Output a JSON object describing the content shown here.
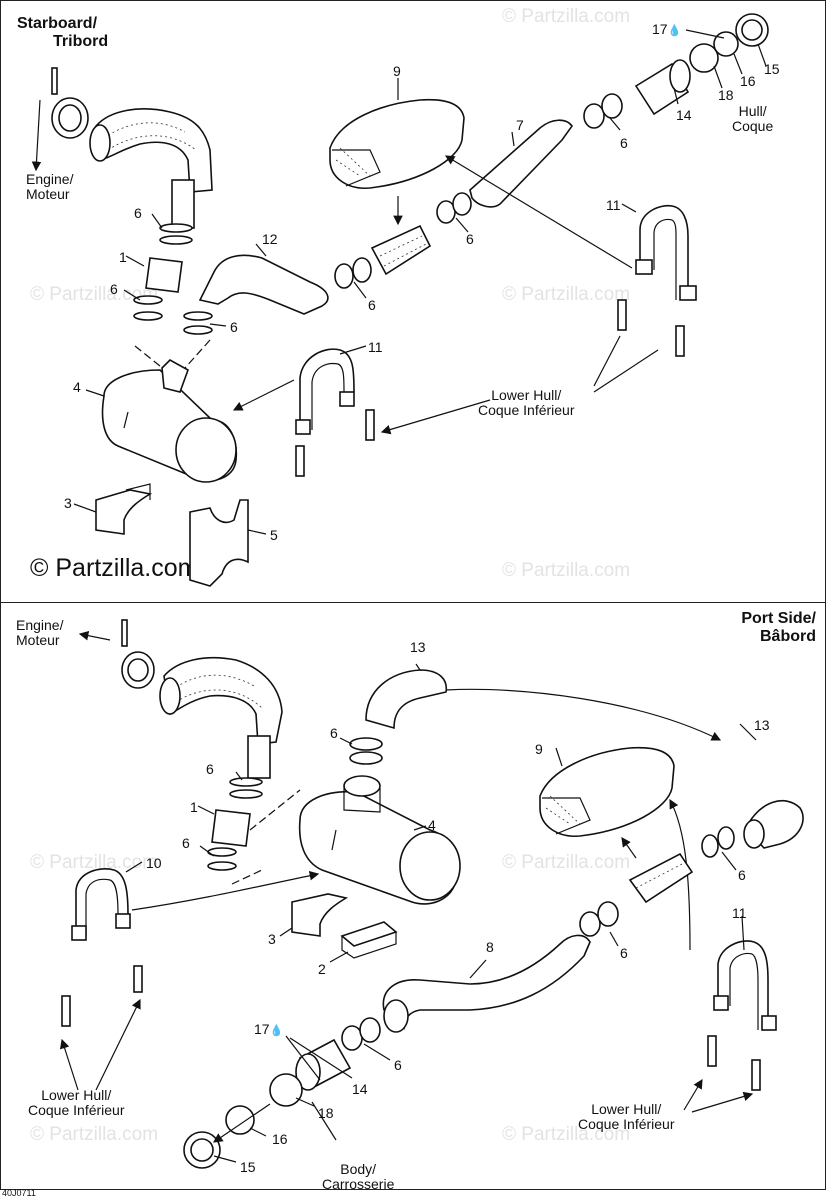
{
  "watermark_text": "© Partzilla.com",
  "logo_text": "© Partzilla.com",
  "diagram_code": "40J0711",
  "top_panel": {
    "title_line1": "Starboard/",
    "title_line2": "Tribord",
    "labels": {
      "engine": [
        "Engine/",
        "Moteur"
      ],
      "hull": [
        "Hull/",
        "Coque"
      ],
      "lower_hull": [
        "Lower Hull/",
        "Coque Inférieur"
      ]
    },
    "callouts": {
      "n1": "1",
      "n3": "3",
      "n4": "4",
      "n5": "5",
      "n6a": "6",
      "n6b": "6",
      "n6c": "6",
      "n6d": "6",
      "n6e": "6",
      "n6f": "6",
      "n7": "7",
      "n9": "9",
      "n11a": "11",
      "n11b": "11",
      "n12": "12",
      "n14": "14",
      "n15": "15",
      "n16": "16",
      "n17": "17",
      "n18": "18"
    }
  },
  "bottom_panel": {
    "title_line1": "Port Side/",
    "title_line2": "Bâbord",
    "labels": {
      "engine": [
        "Engine/",
        "Moteur"
      ],
      "body": [
        "Body/",
        "Carrosserie"
      ],
      "lower_hull_left": [
        "Lower Hull/",
        "Coque Inférieur"
      ],
      "lower_hull_right": [
        "Lower Hull/",
        "Coque Inférieur"
      ]
    },
    "callouts": {
      "n1": "1",
      "n2": "2",
      "n3": "3",
      "n4": "4",
      "n6a": "6",
      "n6b": "6",
      "n6c": "6",
      "n6d": "6",
      "n6e": "6",
      "n6f": "6",
      "n8": "8",
      "n9": "9",
      "n10": "10",
      "n11": "11",
      "n13a": "13",
      "n13b": "13",
      "n14": "14",
      "n15": "15",
      "n16": "16",
      "n17": "17",
      "n18": "18"
    }
  },
  "icons": {
    "drop": "oil-drop-icon"
  },
  "colors": {
    "ink": "#111111",
    "watermark": "#e3e3e3",
    "paper": "#ffffff"
  }
}
